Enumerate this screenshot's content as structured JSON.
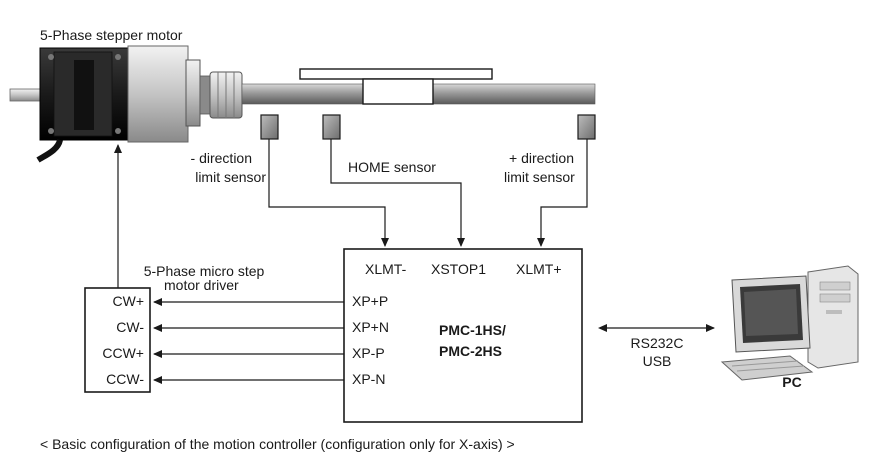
{
  "motor": {
    "label": "5-Phase stepper motor"
  },
  "sensors": {
    "minus": {
      "line1": "- direction",
      "line2": "limit sensor"
    },
    "home": {
      "label": "HOME sensor"
    },
    "plus": {
      "line1": "+ direction",
      "line2": "limit sensor"
    }
  },
  "driver": {
    "title_line1": "5-Phase micro step",
    "title_line2": "motor driver",
    "terminals": [
      "CW+",
      "CW-",
      "CCW+",
      "CCW-"
    ]
  },
  "controller": {
    "inputs": [
      "XLMT-",
      "XSTOP1",
      "XLMT+"
    ],
    "outputs": [
      "XP+P",
      "XP+N",
      "XP-P",
      "XP-N"
    ],
    "name_line1": "PMC-1HS/",
    "name_line2": "PMC-2HS"
  },
  "link": {
    "line1": "RS232C",
    "line2": "USB"
  },
  "pc": {
    "label": "PC"
  },
  "caption": "< Basic configuration of the motion controller (configuration only for X-axis) >"
}
